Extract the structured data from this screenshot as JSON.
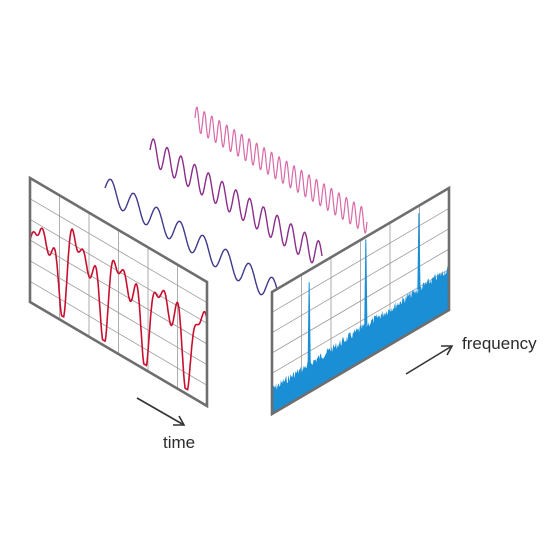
{
  "labels": {
    "time": "time",
    "frequency": "frequency"
  },
  "colors": {
    "panel_border": "#6e6e6e",
    "grid": "#9a9a9a",
    "time_signal": "#c8102e",
    "spectrum_fill": "#1a8fd6",
    "spectrum_spike": "#1a8fd6",
    "wave_low": "#3f3a8c",
    "wave_mid": "#8a2d8a",
    "wave_high": "#d86aa8",
    "arrow": "#333333"
  },
  "waves": [
    {
      "name": "low-frequency",
      "color_key": "wave_low"
    },
    {
      "name": "mid-frequency",
      "color_key": "wave_mid"
    },
    {
      "name": "high-frequency",
      "color_key": "wave_high"
    }
  ]
}
